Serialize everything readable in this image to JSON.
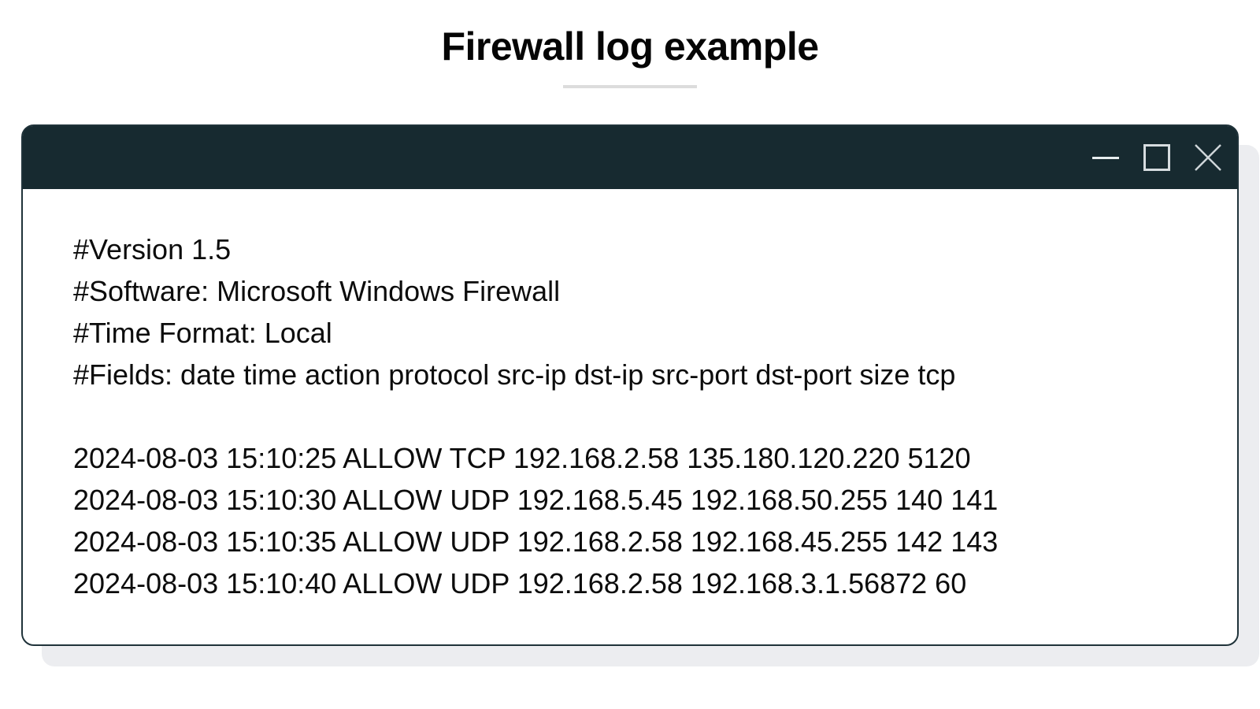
{
  "page": {
    "title": "Firewall log example"
  },
  "window": {
    "controls": [
      {
        "name": "minimize",
        "icon": "minimize-icon"
      },
      {
        "name": "maximize",
        "icon": "maximize-icon"
      },
      {
        "name": "close",
        "icon": "close-icon"
      }
    ],
    "log": {
      "header_lines": [
        "#Version 1.5",
        "#Software: Microsoft Windows Firewall",
        "#Time Format: Local",
        "#Fields: date time action protocol src-ip dst-ip src-port dst-port size tcp"
      ],
      "entries": [
        "2024-08-03 15:10:25 ALLOW TCP 192.168.2.58 135.180.120.220 5120",
        "2024-08-03 15:10:30 ALLOW UDP 192.168.5.45 192.168.50.255 140 141",
        "2024-08-03 15:10:35 ALLOW UDP 192.168.2.58 192.168.45.255 142 143",
        "2024-08-03 15:10:40 ALLOW UDP 192.168.2.58 192.168.3.1.56872 60"
      ]
    }
  },
  "colors": {
    "titlebar": "#172a30",
    "window_border": "#20333a",
    "window_shadow": "#ecedf0",
    "divider": "#dcdcdc",
    "control_icon": "#d6dcdf",
    "text": "#0c0c0c"
  }
}
